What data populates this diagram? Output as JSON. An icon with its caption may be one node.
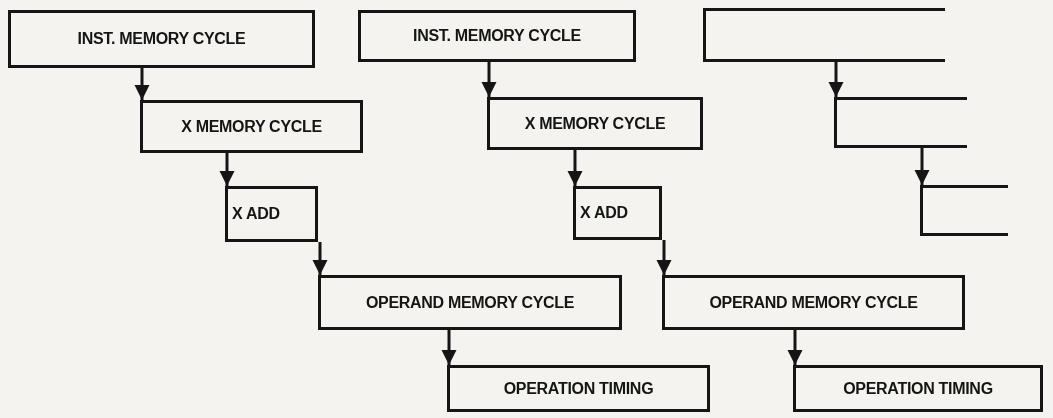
{
  "diagram": {
    "nodes": [
      {
        "text": [
          "INST. MEMORY CYCLE"
        ]
      },
      {
        "text": [
          "X MEMORY CYCLE"
        ]
      },
      {
        "text": [
          "X ADD"
        ]
      },
      {
        "text": [
          "OPERAND MEMORY CYCLE"
        ]
      },
      {
        "text": [
          "OPERATION TIMING"
        ]
      },
      {
        "text": [
          "INST. MEMORY CYCLE"
        ]
      },
      {
        "text": [
          "X MEMORY CYCLE"
        ]
      },
      {
        "text": [
          "X ADD"
        ]
      },
      {
        "text": [
          "OPERAND MEMORY CYCLE"
        ]
      },
      {
        "text": [
          "OPERATION TIMING"
        ]
      },
      {
        "text": [],
        "shape": "box"
      },
      {
        "text": [],
        "shape": "box"
      },
      {
        "text": [],
        "shape": "box"
      }
    ],
    "edges": [
      {
        "from": 0,
        "to": 1,
        "arrow": "to"
      },
      {
        "from": 1,
        "to": 2,
        "arrow": "to"
      },
      {
        "from": 2,
        "to": 3,
        "arrow": "to"
      },
      {
        "from": 3,
        "to": 4,
        "arrow": "to"
      },
      {
        "from": 5,
        "to": 6,
        "arrow": "to"
      },
      {
        "from": 6,
        "to": 7,
        "arrow": "to"
      },
      {
        "from": 7,
        "to": 8,
        "arrow": "to"
      },
      {
        "from": 8,
        "to": 9,
        "arrow": "to"
      },
      {
        "from": 10,
        "to": 11,
        "arrow": "to"
      },
      {
        "from": 11,
        "to": 12,
        "arrow": "to"
      }
    ]
  }
}
